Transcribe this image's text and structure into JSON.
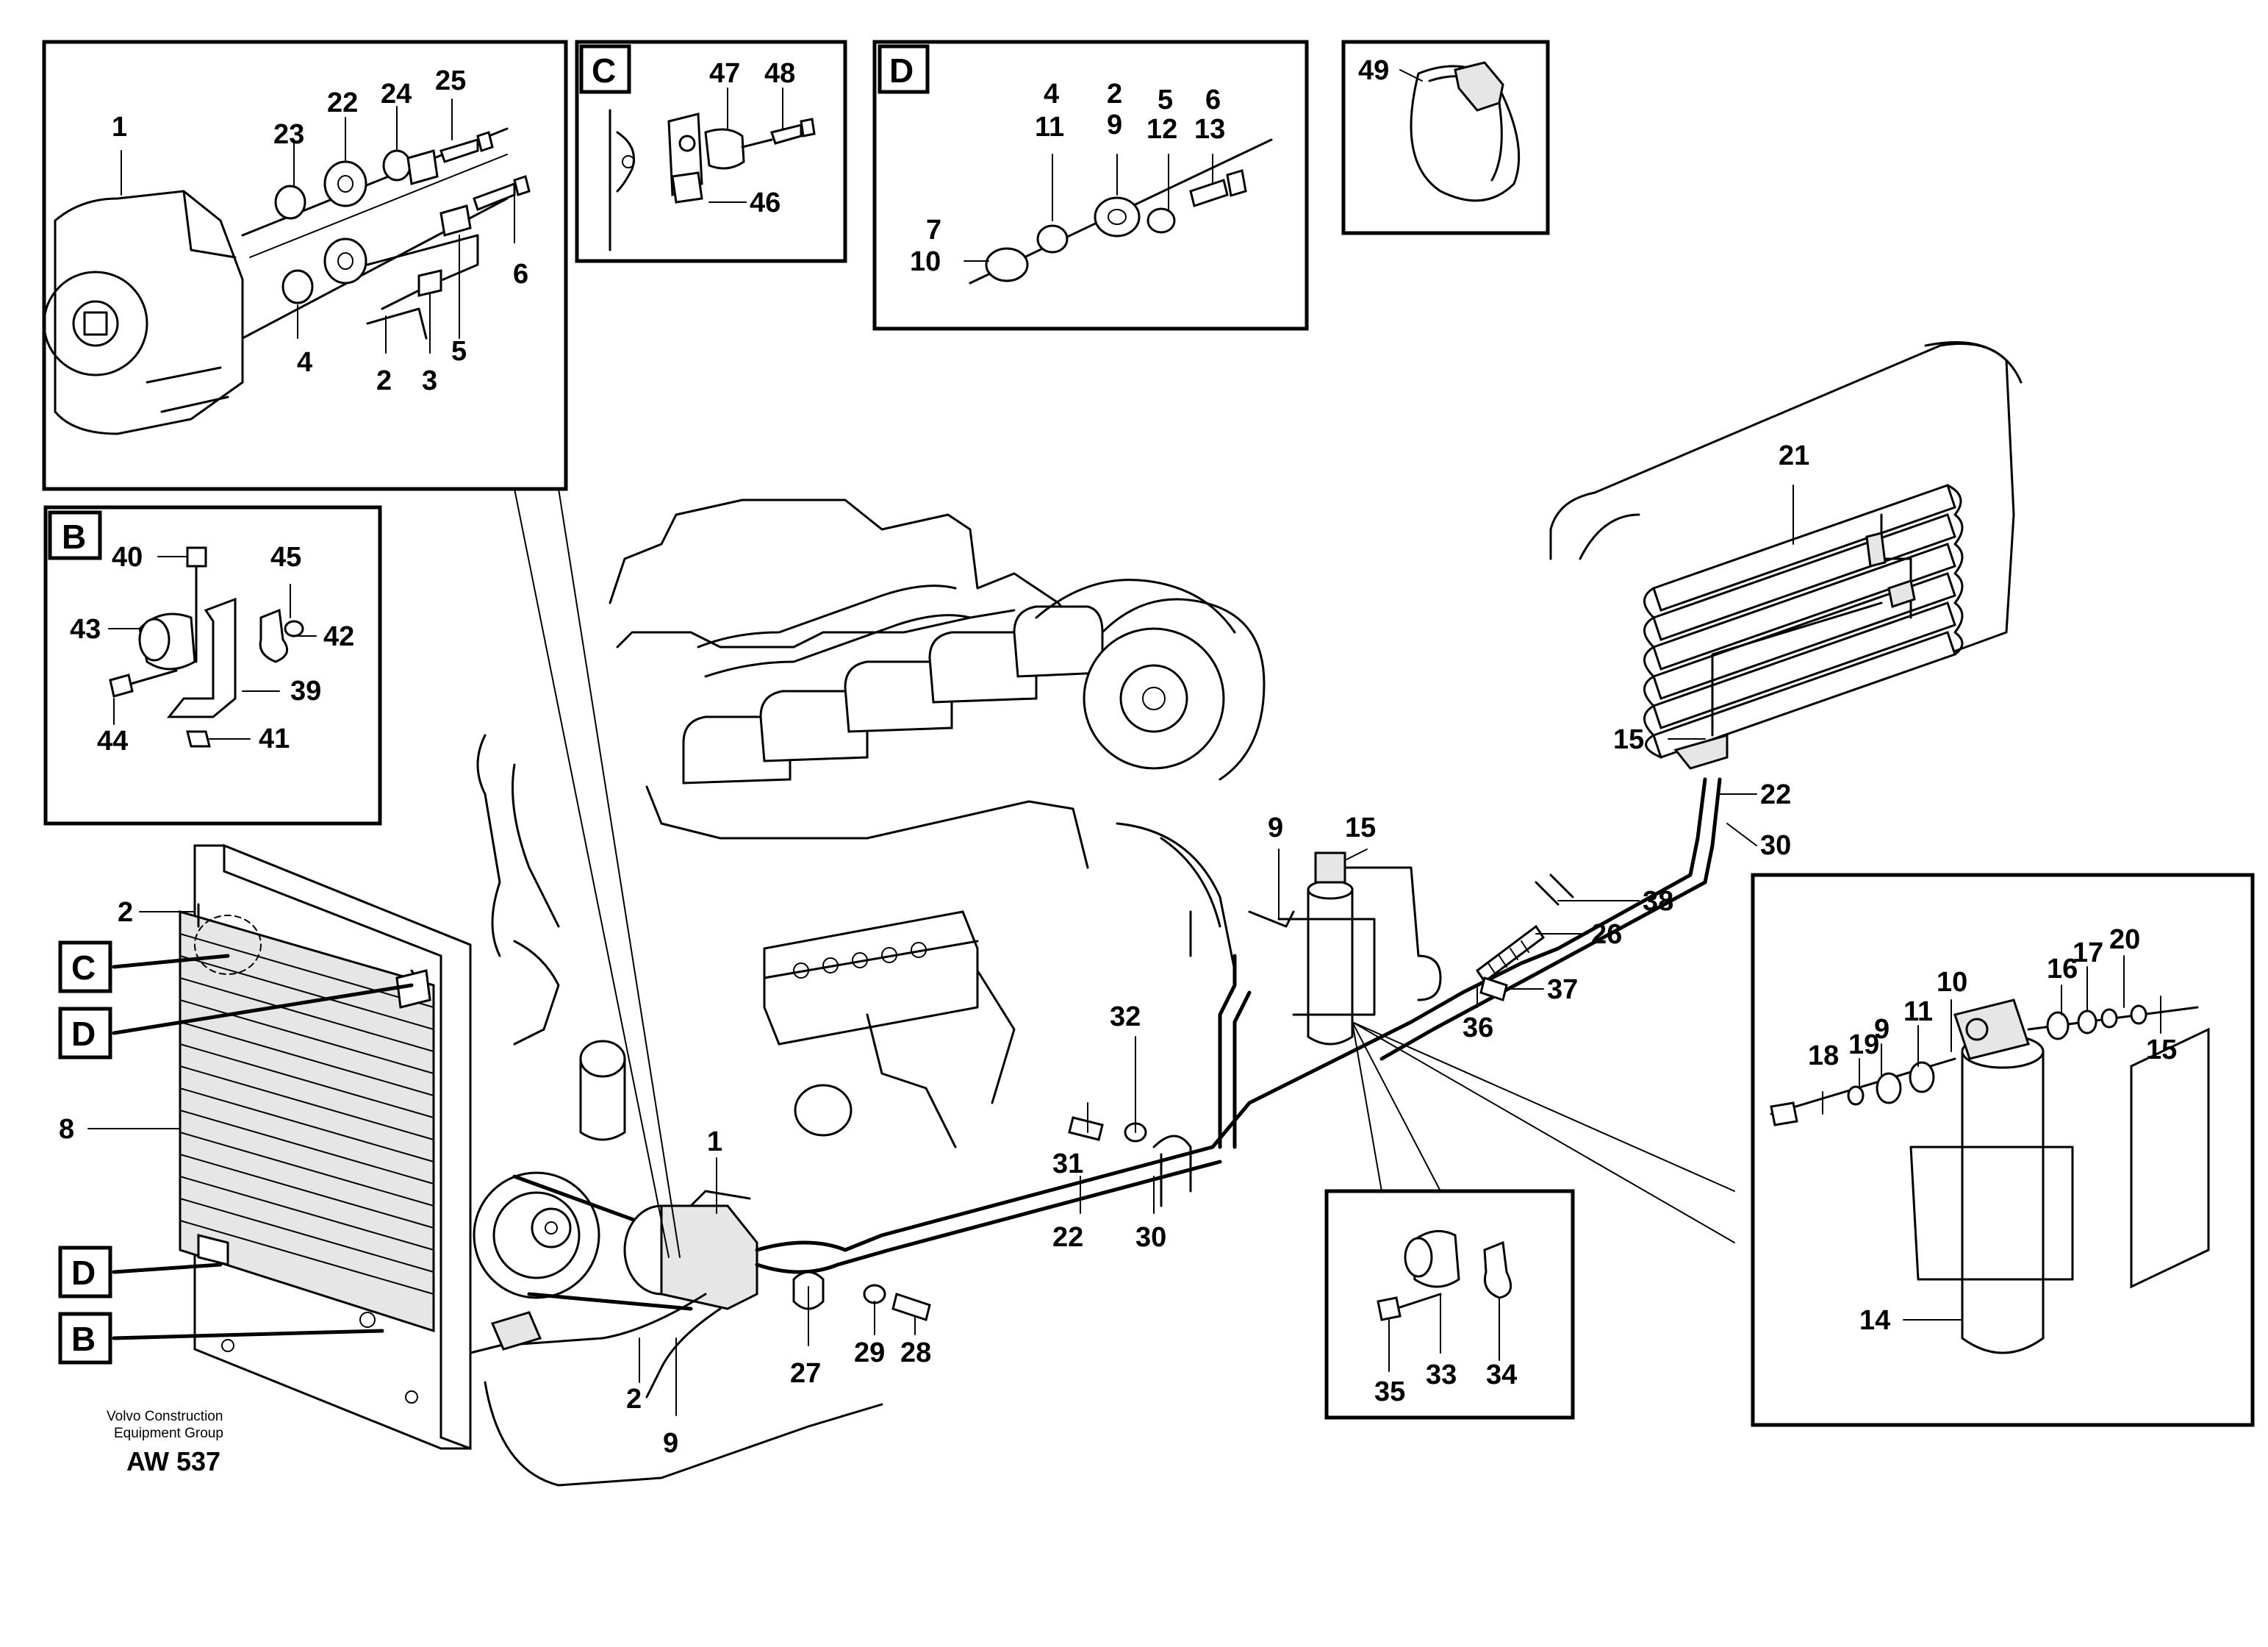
{
  "figure": {
    "credit_line1": "Volvo Construction",
    "credit_line2": "Equipment Group",
    "figure_code": "AW 537"
  },
  "detail_letters": {
    "c": "C",
    "d": "D",
    "b": "B"
  },
  "callouts": {
    "v1": "1",
    "v2": "2",
    "v3": "3",
    "v4": "4",
    "v5": "5",
    "v6": "6",
    "v7": "7",
    "v8": "8",
    "v9": "9",
    "v10": "10",
    "v11": "11",
    "v12": "12",
    "v13": "13",
    "v14": "14",
    "v15": "15",
    "v16": "16",
    "v17": "17",
    "v18": "18",
    "v19": "19",
    "v20": "20",
    "v21": "21",
    "v22": "22",
    "v23": "23",
    "v24": "24",
    "v25": "25",
    "v26": "26",
    "v27": "27",
    "v28": "28",
    "v29": "29",
    "v30": "30",
    "v31": "31",
    "v32": "32",
    "v33": "33",
    "v34": "34",
    "v35": "35",
    "v36": "36",
    "v37": "37",
    "v38": "38",
    "v39": "39",
    "v40": "40",
    "v41": "41",
    "v42": "42",
    "v43": "43",
    "v44": "44",
    "v45": "45",
    "v46": "46",
    "v47": "47",
    "v48": "48",
    "v49": "49"
  }
}
